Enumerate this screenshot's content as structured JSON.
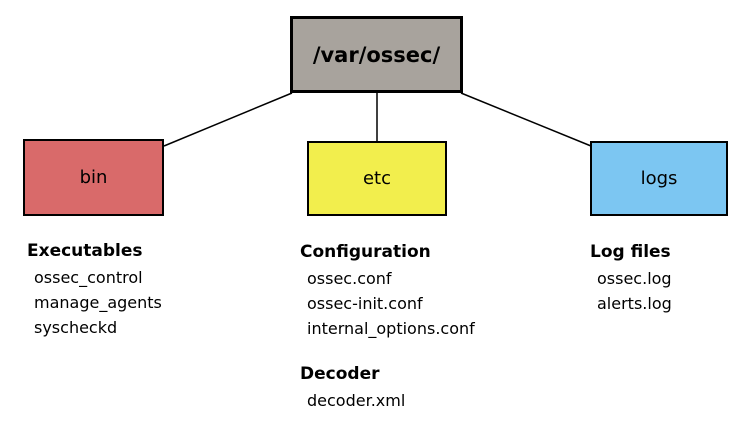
{
  "page": {
    "background": "#ffffff",
    "line_color": "#000000"
  },
  "tree": {
    "root": {
      "label": "/var/ossec/",
      "color": "#a8a39d"
    },
    "branches": [
      {
        "folder": "bin",
        "color": "#d96a6a",
        "sections": [
          {
            "heading": "Executables",
            "files": [
              "ossec_control",
              "manage_agents",
              "syscheckd"
            ]
          }
        ]
      },
      {
        "folder": "etc",
        "color": "#f2ee4d",
        "sections": [
          {
            "heading": "Configuration",
            "files": [
              "ossec.conf",
              "ossec-init.conf",
              "internal_options.conf"
            ]
          },
          {
            "heading": "Decoder",
            "files": [
              "decoder.xml"
            ]
          }
        ]
      },
      {
        "folder": "logs",
        "color": "#7cc6f2",
        "sections": [
          {
            "heading": "Log files",
            "files": [
              "ossec.log",
              "alerts.log"
            ]
          }
        ]
      }
    ]
  }
}
